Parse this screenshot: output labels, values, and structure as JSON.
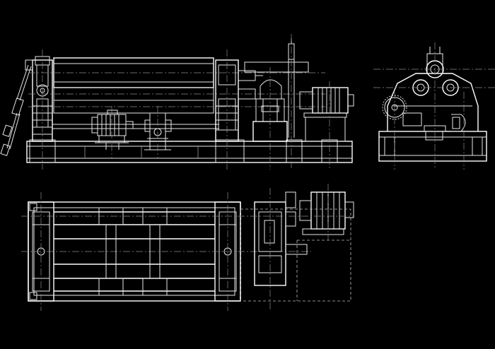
{
  "drawing": {
    "type": "engineering-drawing",
    "subject": "plate-rolling-machine",
    "views": [
      "front-view",
      "side-view",
      "top-view"
    ],
    "background": "#000000",
    "line_color": "#e8e8e8",
    "centerline_color": "#8c8c8c"
  }
}
